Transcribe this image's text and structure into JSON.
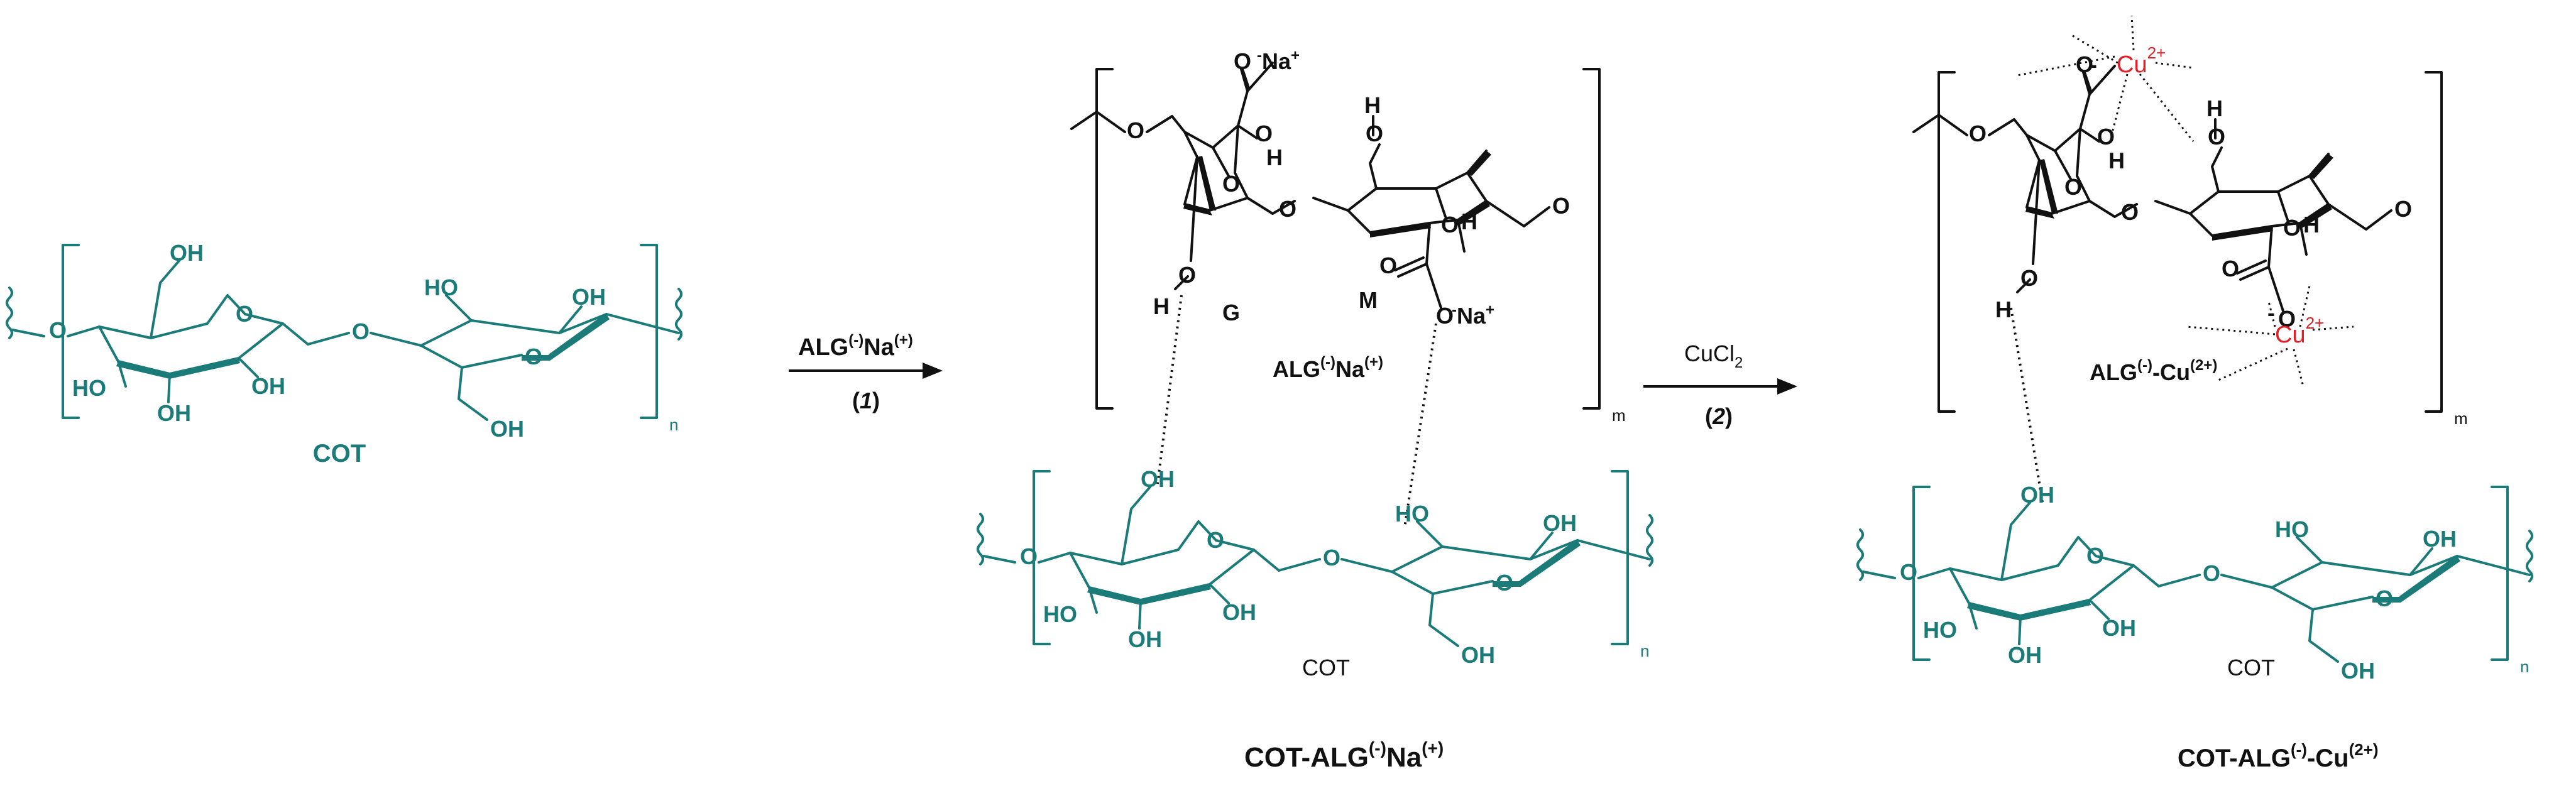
{
  "colors": {
    "cellulose": "#1a7b78",
    "alginate": "#111111",
    "copper": "#e21f26"
  },
  "labels": {
    "cot": "COT",
    "repeat_n": "n",
    "repeat_m": "m",
    "oh": "OH",
    "ho": "HO",
    "o": "O",
    "h": "H",
    "na": "Na",
    "plus": "+",
    "minus": "-",
    "cu": "Cu",
    "cu_charge": "2+",
    "g": "G",
    "m_unit": "M"
  },
  "step1": {
    "reagent_main": "ALG",
    "reagent_sup1": "(-)",
    "reagent_mid": "Na",
    "reagent_sup2": "(+)",
    "number": "1"
  },
  "step2": {
    "reagent_main": "CuCl",
    "reagent_sub": "2",
    "number": "2"
  },
  "product1": {
    "inner_main": "ALG",
    "inner_sup1": "(-)",
    "inner_mid": "Na",
    "inner_sup2": "(+)",
    "title_main": "COT-ALG",
    "title_sup1": "(-)",
    "title_mid": "Na",
    "title_sup2": "(+)"
  },
  "product2": {
    "inner_main": "ALG",
    "inner_sup1": "(-)",
    "inner_mid": "-Cu",
    "inner_sup2": "(2+)",
    "title_main": "COT-ALG",
    "title_sup1": "(-)",
    "title_mid": "-Cu",
    "title_sup2": "(2+)"
  }
}
